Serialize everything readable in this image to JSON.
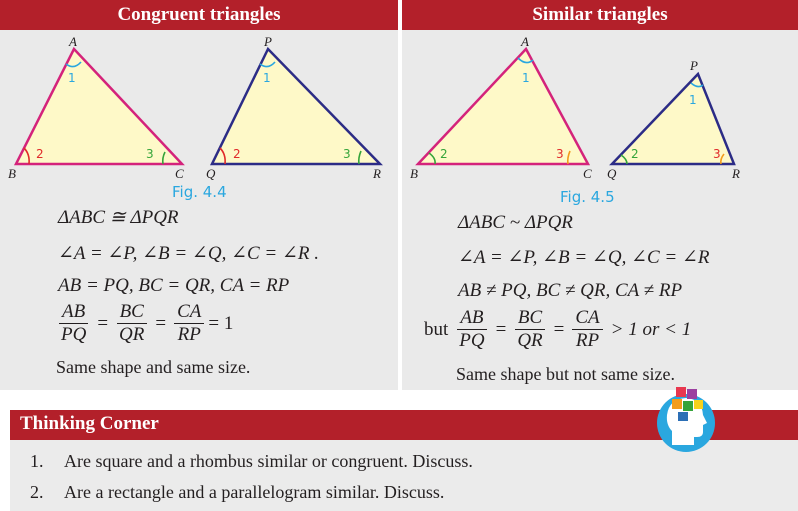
{
  "congruent": {
    "header": "Congruent triangles",
    "fig": "Fig. 4.4",
    "labels": {
      "A": "A",
      "B": "B",
      "C": "C",
      "P": "P",
      "Q": "Q",
      "R": "R",
      "a1": "1",
      "a2": "2",
      "a3": "3"
    },
    "lines": [
      "ΔABC ≅ ΔPQR",
      "∠A = ∠P, ∠B = ∠Q, ∠C = ∠R .",
      "AB = PQ, BC = QR, CA = RP"
    ],
    "fraction": {
      "n1": "AB",
      "d1": "PQ",
      "n2": "BC",
      "d2": "QR",
      "n3": "CA",
      "d3": "RP",
      "result": "= 1"
    },
    "caption": "Same shape and same size."
  },
  "similar": {
    "header": "Similar triangles",
    "fig": "Fig. 4.5",
    "labels": {
      "A": "A",
      "B": "B",
      "C": "C",
      "P": "P",
      "Q": "Q",
      "R": "R",
      "a1": "1",
      "a2": "2",
      "a3": "3"
    },
    "lines": [
      "ΔABC ~ ΔPQR",
      "∠A = ∠P, ∠B = ∠Q, ∠C = ∠R",
      "AB ≠ PQ, BC ≠ QR, CA ≠ RP"
    ],
    "fraction": {
      "prefix": "but",
      "n1": "AB",
      "d1": "PQ",
      "n2": "BC",
      "d2": "QR",
      "n3": "CA",
      "d3": "RP",
      "result": "> 1 or < 1"
    },
    "caption": "Same shape but not  same size."
  },
  "thinking": {
    "title": "Thinking Corner",
    "items": [
      {
        "num": "1.",
        "text": "Are square and a rhombus similar or congruent. Discuss."
      },
      {
        "num": "2.",
        "text": "Are a rectangle and a parallelogram similar. Discuss."
      }
    ]
  },
  "colors": {
    "header": "#b3202a",
    "fill": "#fef9c8",
    "magenta": "#d4237b",
    "navy": "#2c2c86",
    "red": "#e02a2a",
    "cyan": "#2aa7df",
    "green": "#35a43a",
    "orange": "#f39c1a"
  },
  "icons": {
    "badge": "head-puzzle-icon"
  }
}
